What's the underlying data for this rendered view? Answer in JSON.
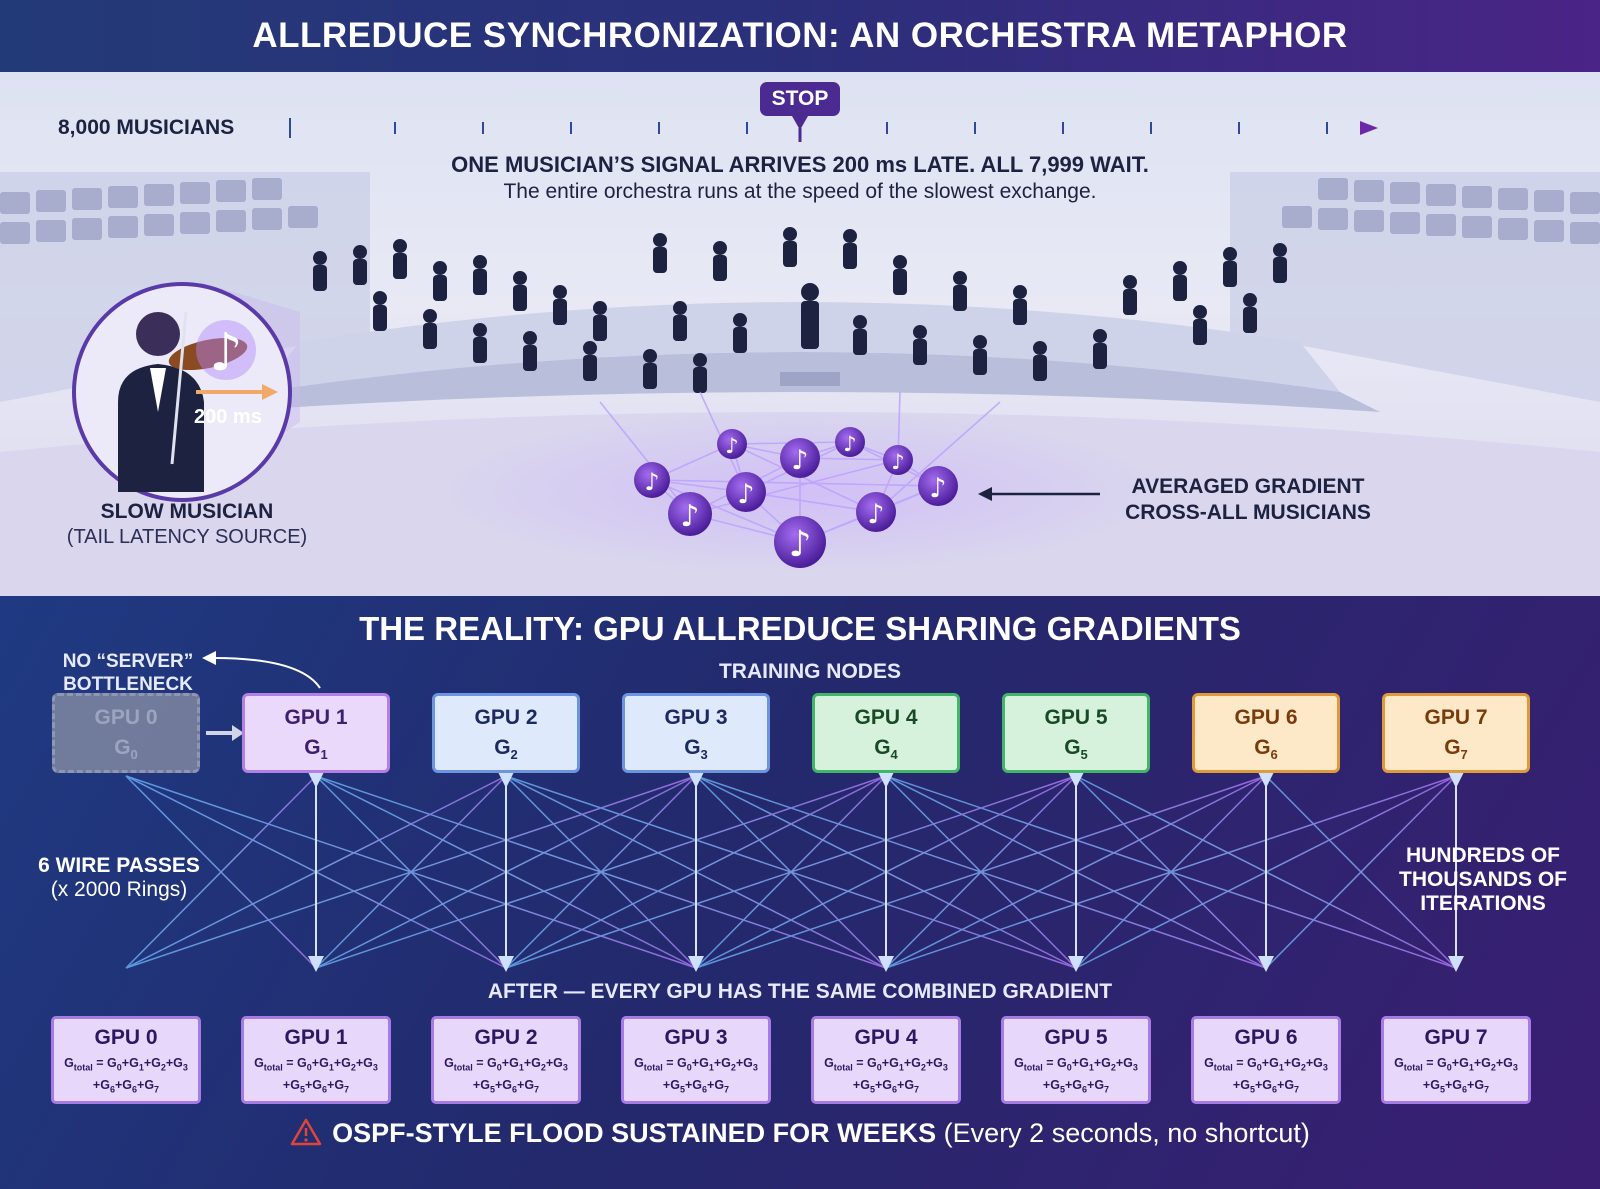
{
  "title": "ALLREDUCE SYNCHRONIZATION: AN ORCHESTRA METAPHOR",
  "top": {
    "musicians_count": "8,000 MUSICIANS",
    "stop": "STOP",
    "headline": "ONE MUSICIAN’S SIGNAL ARRIVES 200 ms LATE. ALL 7,999 WAIT.",
    "subline": "The entire orchestra runs at the speed of the slowest exchange.",
    "latency": "200 ms",
    "slow_label": "SLOW MUSICIAN",
    "slow_sub": "(TAIL LATENCY SOURCE)",
    "averaged_label_1": "AVERAGED GRADIENT",
    "averaged_label_2": "CROSS-ALL MUSICIANS"
  },
  "bottom": {
    "title": "THE REALITY: GPU ALLREDUCE SHARING GRADIENTS",
    "no_server_1": "NO “SERVER”",
    "no_server_2": "BOTTLENECK",
    "training_nodes": "TRAINING NODES",
    "gpus": [
      {
        "name": "GPU 0",
        "g": "G",
        "sub": "0"
      },
      {
        "name": "GPU 1",
        "g": "G",
        "sub": "1"
      },
      {
        "name": "GPU 2",
        "g": "G",
        "sub": "2"
      },
      {
        "name": "GPU 3",
        "g": "G",
        "sub": "3"
      },
      {
        "name": "GPU 4",
        "g": "G",
        "sub": "4"
      },
      {
        "name": "GPU 5",
        "g": "G",
        "sub": "5"
      },
      {
        "name": "GPU 6",
        "g": "G",
        "sub": "6"
      },
      {
        "name": "GPU 7",
        "g": "G",
        "sub": "7"
      }
    ],
    "wire_passes": "6 WIRE PASSES",
    "rings": "(x 2000 Rings)",
    "hundreds_1": "HUNDREDS OF",
    "hundreds_2": "THOUSANDS OF",
    "hundreds_3": "ITERATIONS",
    "after": "AFTER — EVERY GPU HAS THE SAME COMBINED GRADIENT",
    "results": [
      {
        "name": "GPU 0",
        "l1": [
          "G",
          "total",
          " = G",
          "0",
          "+G",
          "1",
          "+G",
          "2",
          "+G",
          "3"
        ],
        "l2": [
          "+G",
          "6",
          "+G",
          "6",
          "+G",
          "7"
        ]
      },
      {
        "name": "GPU 1",
        "l1": [
          "G",
          "total",
          " = G",
          "0",
          "+G",
          "1",
          "+G",
          "2",
          "+G",
          "3"
        ],
        "l2": [
          "+G",
          "5",
          "+G",
          "6",
          "+G",
          "7"
        ]
      },
      {
        "name": "GPU 2",
        "l1": [
          "G",
          "total",
          " = G",
          "0",
          "+G",
          "1",
          "+G",
          "2",
          "+G",
          "3"
        ],
        "l2": [
          "+G",
          "5",
          "+G",
          "6",
          "+G",
          "7"
        ]
      },
      {
        "name": "GPU 3",
        "l1": [
          "G",
          "total",
          " = G",
          "0",
          "+G",
          "1",
          "+G",
          "2",
          "+G",
          "3"
        ],
        "l2": [
          "+G",
          "5",
          "+G",
          "6",
          "+G",
          "7"
        ]
      },
      {
        "name": "GPU 4",
        "l1": [
          "G",
          "total",
          " = G",
          "0",
          "+G",
          "1",
          "+G",
          "2",
          "+G",
          "3"
        ],
        "l2": [
          "+G",
          "5",
          "+G",
          "6",
          "+G",
          "7"
        ]
      },
      {
        "name": "GPU 5",
        "l1": [
          "G",
          "total",
          " = G",
          "0",
          "+G",
          "1",
          "+G",
          "2",
          "+G",
          "3"
        ],
        "l2": [
          "+G",
          "5",
          "+G",
          "6",
          "+G",
          "7"
        ]
      },
      {
        "name": "GPU 6",
        "l1": [
          "G",
          "total",
          " = G",
          "0",
          "+G",
          "1",
          "+G",
          "2",
          "+G",
          "3"
        ],
        "l2": [
          "+G",
          "5",
          "+G",
          "6",
          "+G",
          "7"
        ]
      },
      {
        "name": "GPU 7",
        "l1": [
          "G",
          "total",
          " = G",
          "0",
          "+G",
          "1",
          "+G",
          "2",
          "+G",
          "3"
        ],
        "l2": [
          "+G",
          "5",
          "+G",
          "6",
          "+G",
          "7"
        ]
      }
    ],
    "flood_bold": "OSPF-STYLE FLOOD SUSTAINED FOR WEEKS",
    "flood_rest": " (Every 2 seconds, no shortcut)"
  },
  "colors": {
    "banner": "#2b2f7a",
    "stop": "#4b2a91",
    "note_glow": "#7a3fd6",
    "gpu_purple": "#b37ee6",
    "gpu_blue": "#6c94e0",
    "gpu_green": "#43b566",
    "gpu_orange": "#e09a3a",
    "warning": "#e0453a"
  },
  "icons": [
    "violinist-icon",
    "music-note-icon",
    "warning-triangle-icon",
    "arrow-icon"
  ]
}
